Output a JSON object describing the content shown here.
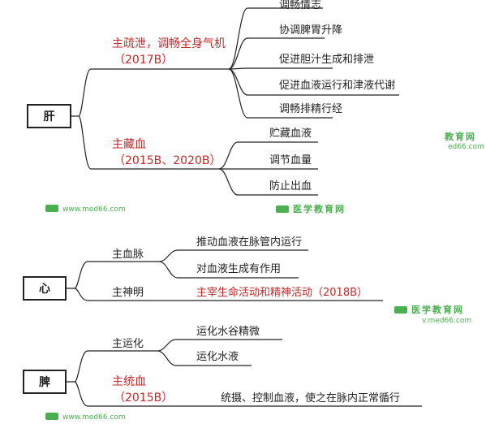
{
  "organs": {
    "liver": {
      "name": "肝",
      "f1_title": "主疏泄，调畅全身气机",
      "f1_year": "（2017B）",
      "f1_items": [
        "调畅情志",
        "协调脾胃升降",
        "促进胆汁生成和排泄",
        "促进血液运行和津液代谢",
        "调畅排精行经"
      ],
      "f2_title": "主藏血",
      "f2_year": "（2015B、2020B）",
      "f2_items": [
        "贮藏血液",
        "调节血量",
        "防止出血"
      ]
    },
    "heart": {
      "name": "心",
      "f1_title": "主血脉",
      "f1_items": [
        "推动血液在脉管内运行",
        "对血液生成有作用"
      ],
      "f2_title": "主神明",
      "f2_item": "主宰生命活动和精神活动（2018B）"
    },
    "spleen": {
      "name": "脾",
      "f1_title": "主运化",
      "f1_items": [
        "运化水谷精微",
        "运化水液"
      ],
      "f2_title": "主统血",
      "f2_year": "（2015B）",
      "f2_item": "统摄、控制血液，使之在脉内正常循行"
    }
  },
  "watermark": {
    "url": "www.med66.com",
    "brand": "医学教育网",
    "brand_partial": "教育网",
    "url_partial": "ed66.com",
    "url_partial2": "v.med66.com"
  },
  "colors": {
    "line": "#222222",
    "highlight": "#c62828",
    "watermark": "#4caf50"
  }
}
